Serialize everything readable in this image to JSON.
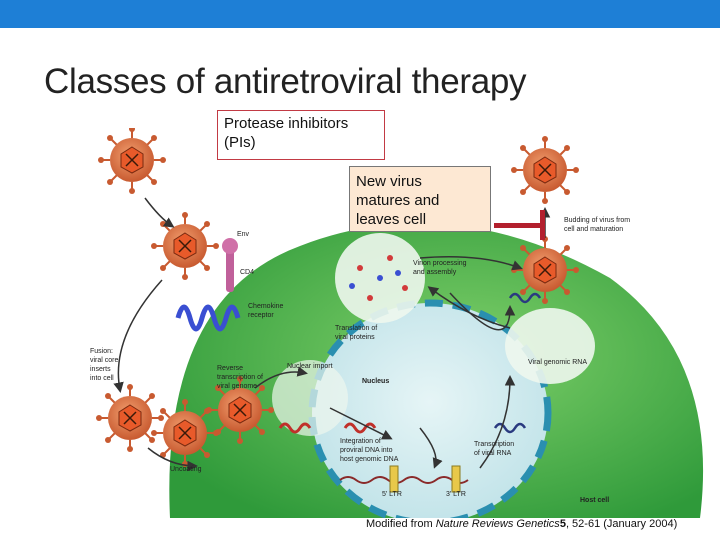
{
  "header": {
    "bar_color": "#1e7fd6"
  },
  "title": "Classes of antiretroviral therapy",
  "callouts": {
    "protease": [
      "Protease inhibitors",
      "(PIs)"
    ],
    "new_virus": [
      "New virus",
      "matures and",
      "leaves cell"
    ]
  },
  "labels": {
    "env": "Env",
    "cd4": "CD4",
    "chemokine": [
      "Chemokine",
      "receptor"
    ],
    "fusion": [
      "Fusion:",
      "viral core",
      "inserts",
      "into cell"
    ],
    "reverse": [
      "Reverse",
      "transcription of",
      "viral genome"
    ],
    "nuclear_import": "Nuclear import",
    "nucleus": "Nucleus",
    "uncoating": "Uncoating",
    "integration": [
      "Integration of",
      "proviral DNA into",
      "host genomic DNA"
    ],
    "transcription": [
      "Transcription",
      "of viral RNA"
    ],
    "ltr5": "5' LTR",
    "ltr3": "3' LTR",
    "host_cell": "Host cell",
    "virion": [
      "Virion processing",
      "and assembly"
    ],
    "translation": [
      "Translation of",
      "viral proteins"
    ],
    "viral_rna": "Viral genomic RNA",
    "budding": [
      "Budding of virus from",
      "cell and maturation"
    ]
  },
  "caption": {
    "prefix": "Modified from ",
    "journal": "Nature Reviews Genetics",
    "volume": "5",
    "rest": ", 52-61 (January 2004)"
  },
  "colors": {
    "cell": "#4cb848",
    "nucleus": "#c8e8ec",
    "virus": "#e07a4c",
    "inhibitor": "#b3202e"
  }
}
